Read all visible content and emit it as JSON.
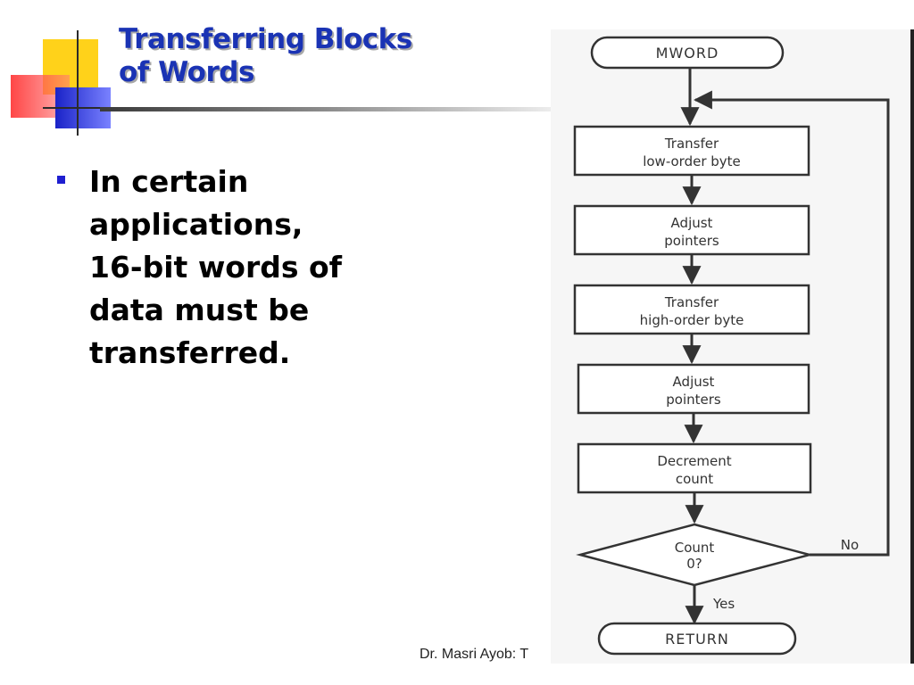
{
  "slide": {
    "title_line1": "Transferring Blocks",
    "title_line2": "of Words",
    "bullet": {
      "line1": "In certain",
      "line2": "applications,",
      "line3": "16-bit words of",
      "line4": "data must be",
      "line5": "transferred."
    },
    "footer": "Dr. Masri Ayob: T"
  },
  "flowchart": {
    "start": "MWORD",
    "steps": {
      "s1a": "Transfer",
      "s1b": "low-order byte",
      "s2a": "Adjust",
      "s2b": "pointers",
      "s3a": "Transfer",
      "s3b": "high-order byte",
      "s4a": "Adjust",
      "s4b": "pointers",
      "s5a": "Decrement",
      "s5b": "count"
    },
    "decision_a": "Count",
    "decision_b": "0?",
    "no_label": "No",
    "yes_label": "Yes",
    "end": "RETURN"
  },
  "colors": {
    "title": "#1a33b4",
    "bullet": "#1f1fd0",
    "accent_yellow": "#ffd21a",
    "accent_red": "#ff3c3c",
    "accent_blue": "#1a23c8"
  }
}
